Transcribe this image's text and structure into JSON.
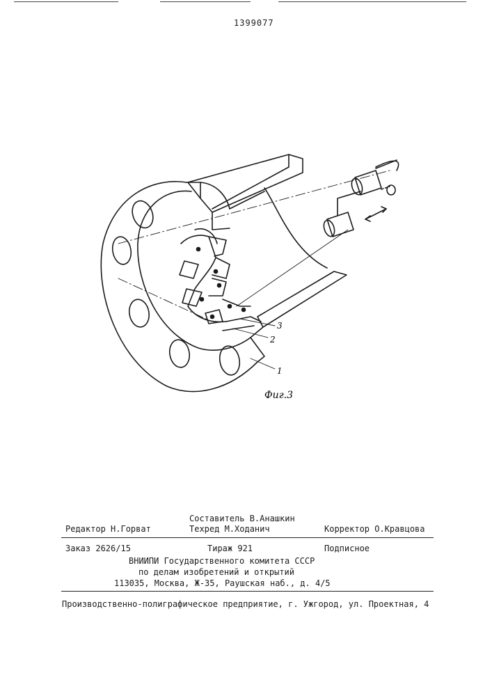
{
  "patent_number": "1399077",
  "figure": {
    "caption": "Фиг.3",
    "labels": {
      "part_1": "1",
      "part_2": "2",
      "part_3": "3"
    }
  },
  "imprint": {
    "editor": "Редактор Н.Горват",
    "compiler": "Составитель В.Анашкин",
    "techred": "Техред М.Ходанич",
    "corrector": "Корректор О.Кравцова",
    "order": "Заказ 2626/15",
    "circulation": "Тираж 921",
    "subscription": "Подписное",
    "org_line1": "ВНИИПИ Государственного комитета СССР",
    "org_line2": "по делам изобретений и открытий",
    "org_line3": "113035, Москва, Ж-35, Раушская наб., д. 4/5",
    "printer": "Производственно-полиграфическое предприятие, г. Ужгород, ул. Проектная, 4"
  }
}
